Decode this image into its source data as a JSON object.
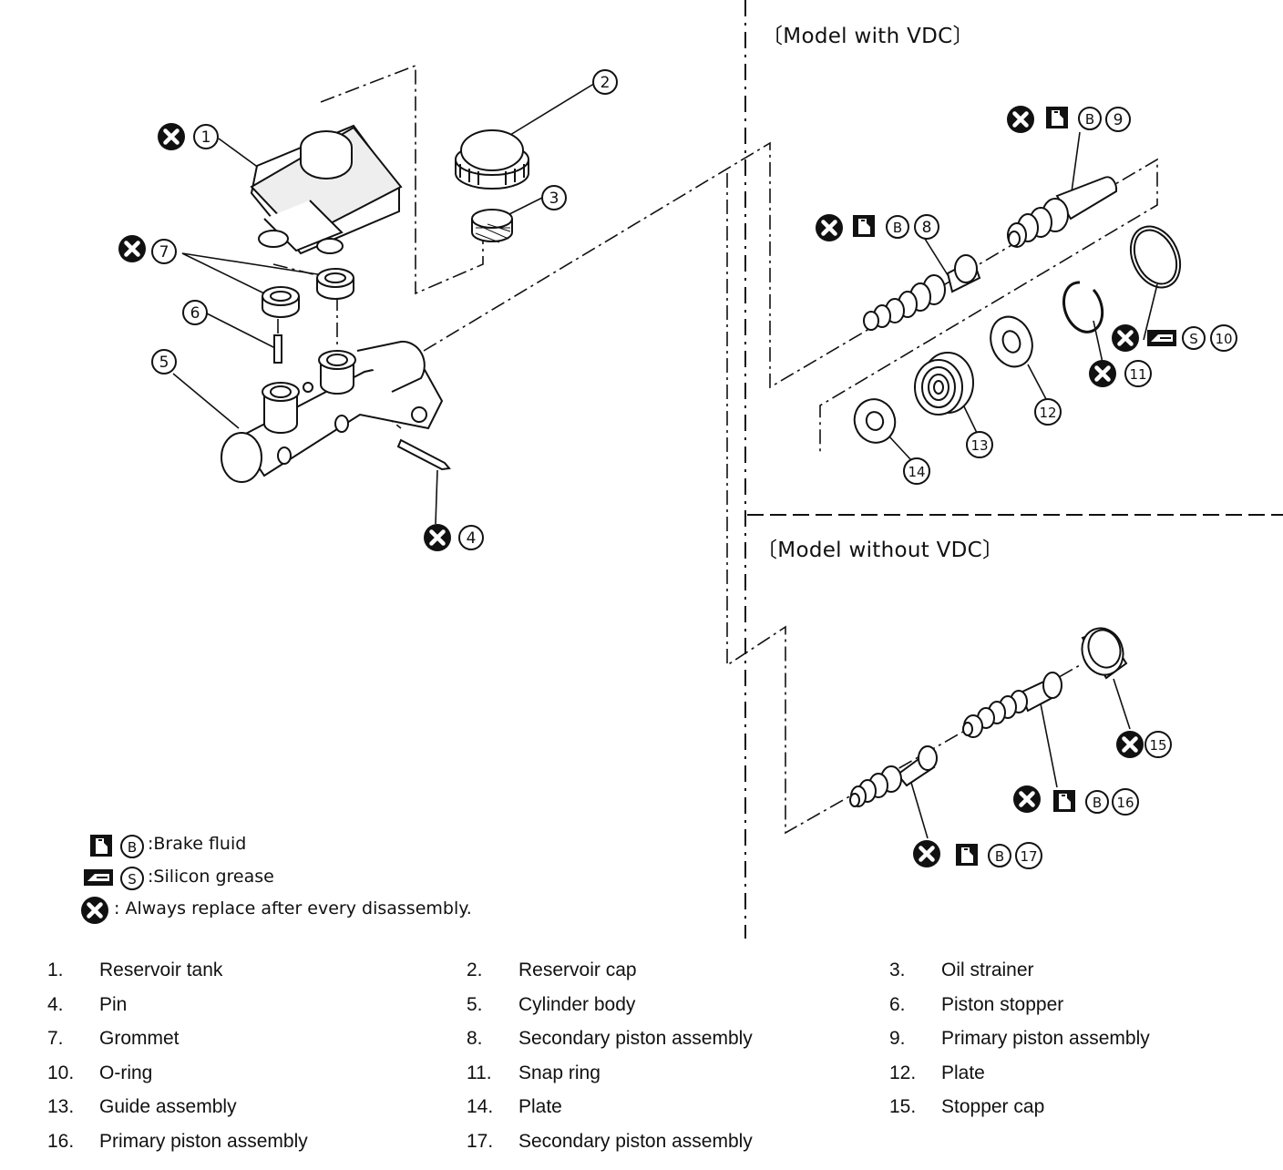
{
  "sections": {
    "with_vdc": "〔Model with VDC〕",
    "without_vdc": "〔Model without VDC〕"
  },
  "callouts": [
    "1",
    "2",
    "3",
    "4",
    "5",
    "6",
    "7",
    "8",
    "9",
    "10",
    "11",
    "12",
    "13",
    "14",
    "15",
    "16",
    "17"
  ],
  "legend": {
    "brake_fluid_letter": "B",
    "brake_fluid": ":Brake fluid",
    "silicon_grease_letter": "S",
    "silicon_grease": ":Silicon grease",
    "replace": ": Always replace after every disassembly."
  },
  "parts": [
    {
      "num": "1.",
      "name": "Reservoir tank"
    },
    {
      "num": "2.",
      "name": "Reservoir cap"
    },
    {
      "num": "3.",
      "name": "Oil strainer"
    },
    {
      "num": "4.",
      "name": "Pin"
    },
    {
      "num": "5.",
      "name": "Cylinder body"
    },
    {
      "num": "6.",
      "name": "Piston stopper"
    },
    {
      "num": "7.",
      "name": "Grommet"
    },
    {
      "num": "8.",
      "name": "Secondary piston assembly"
    },
    {
      "num": "9.",
      "name": "Primary piston assembly"
    },
    {
      "num": "10.",
      "name": "O-ring"
    },
    {
      "num": "11.",
      "name": "Snap ring"
    },
    {
      "num": "12.",
      "name": "Plate"
    },
    {
      "num": "13.",
      "name": "Guide assembly"
    },
    {
      "num": "14.",
      "name": "Plate"
    },
    {
      "num": "15.",
      "name": "Stopper cap"
    },
    {
      "num": "16.",
      "name": "Primary piston assembly"
    },
    {
      "num": "17.",
      "name": "Secondary piston assembly"
    }
  ]
}
